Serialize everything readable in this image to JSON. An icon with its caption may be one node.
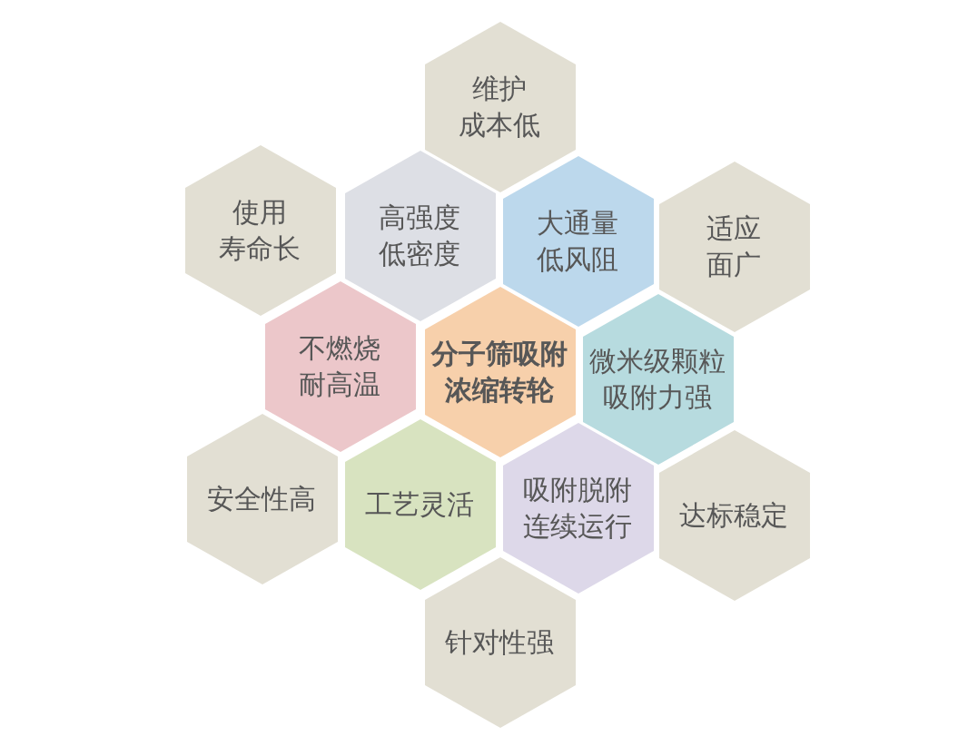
{
  "diagram": {
    "nodes": [
      {
        "text": [
          "维护成本低"
        ]
      },
      {
        "text": [
          "使用寿命长"
        ]
      },
      {
        "text": [
          "高强度低密度"
        ]
      },
      {
        "text": [
          "大通量低风阻"
        ]
      },
      {
        "text": [
          "适应面广"
        ]
      },
      {
        "text": [
          "不燃烧耐高温"
        ]
      },
      {
        "text": [
          "分子筛吸附浓缩转轮"
        ]
      },
      {
        "text": [
          "微米级颗粒吸附力强"
        ]
      },
      {
        "text": [
          "安全性高"
        ]
      },
      {
        "text": [
          "工艺灵活"
        ]
      },
      {
        "text": [
          "吸附脱附连续运行"
        ]
      },
      {
        "text": [
          "达标稳定"
        ]
      },
      {
        "text": [
          "针对性强"
        ]
      }
    ]
  }
}
